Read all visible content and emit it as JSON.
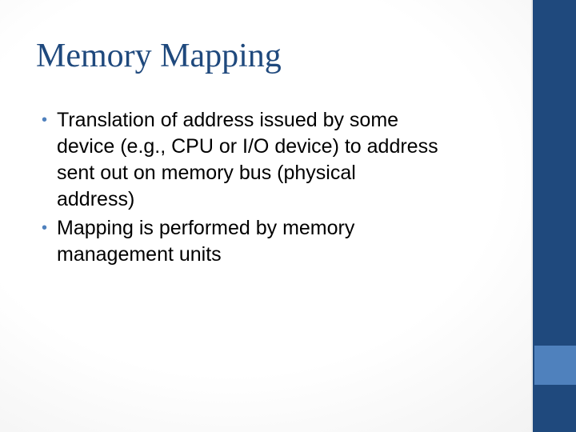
{
  "slide": {
    "title": "Memory Mapping",
    "bullets": [
      {
        "marker": "•",
        "lines": [
          "Translation of address issued by some",
          "device (e.g., CPU or I/O device) to  address",
          "sent out on memory bus  (physical",
          "address)"
        ]
      },
      {
        "marker": "•",
        "lines": [
          "Mapping is performed by memory",
          "management units"
        ]
      }
    ]
  },
  "colors": {
    "title": "#1f497d",
    "side_bar": "#1f497d",
    "side_accent": "#4f81bd",
    "bullet_marker": "#4f81bd",
    "text": "#000000"
  }
}
